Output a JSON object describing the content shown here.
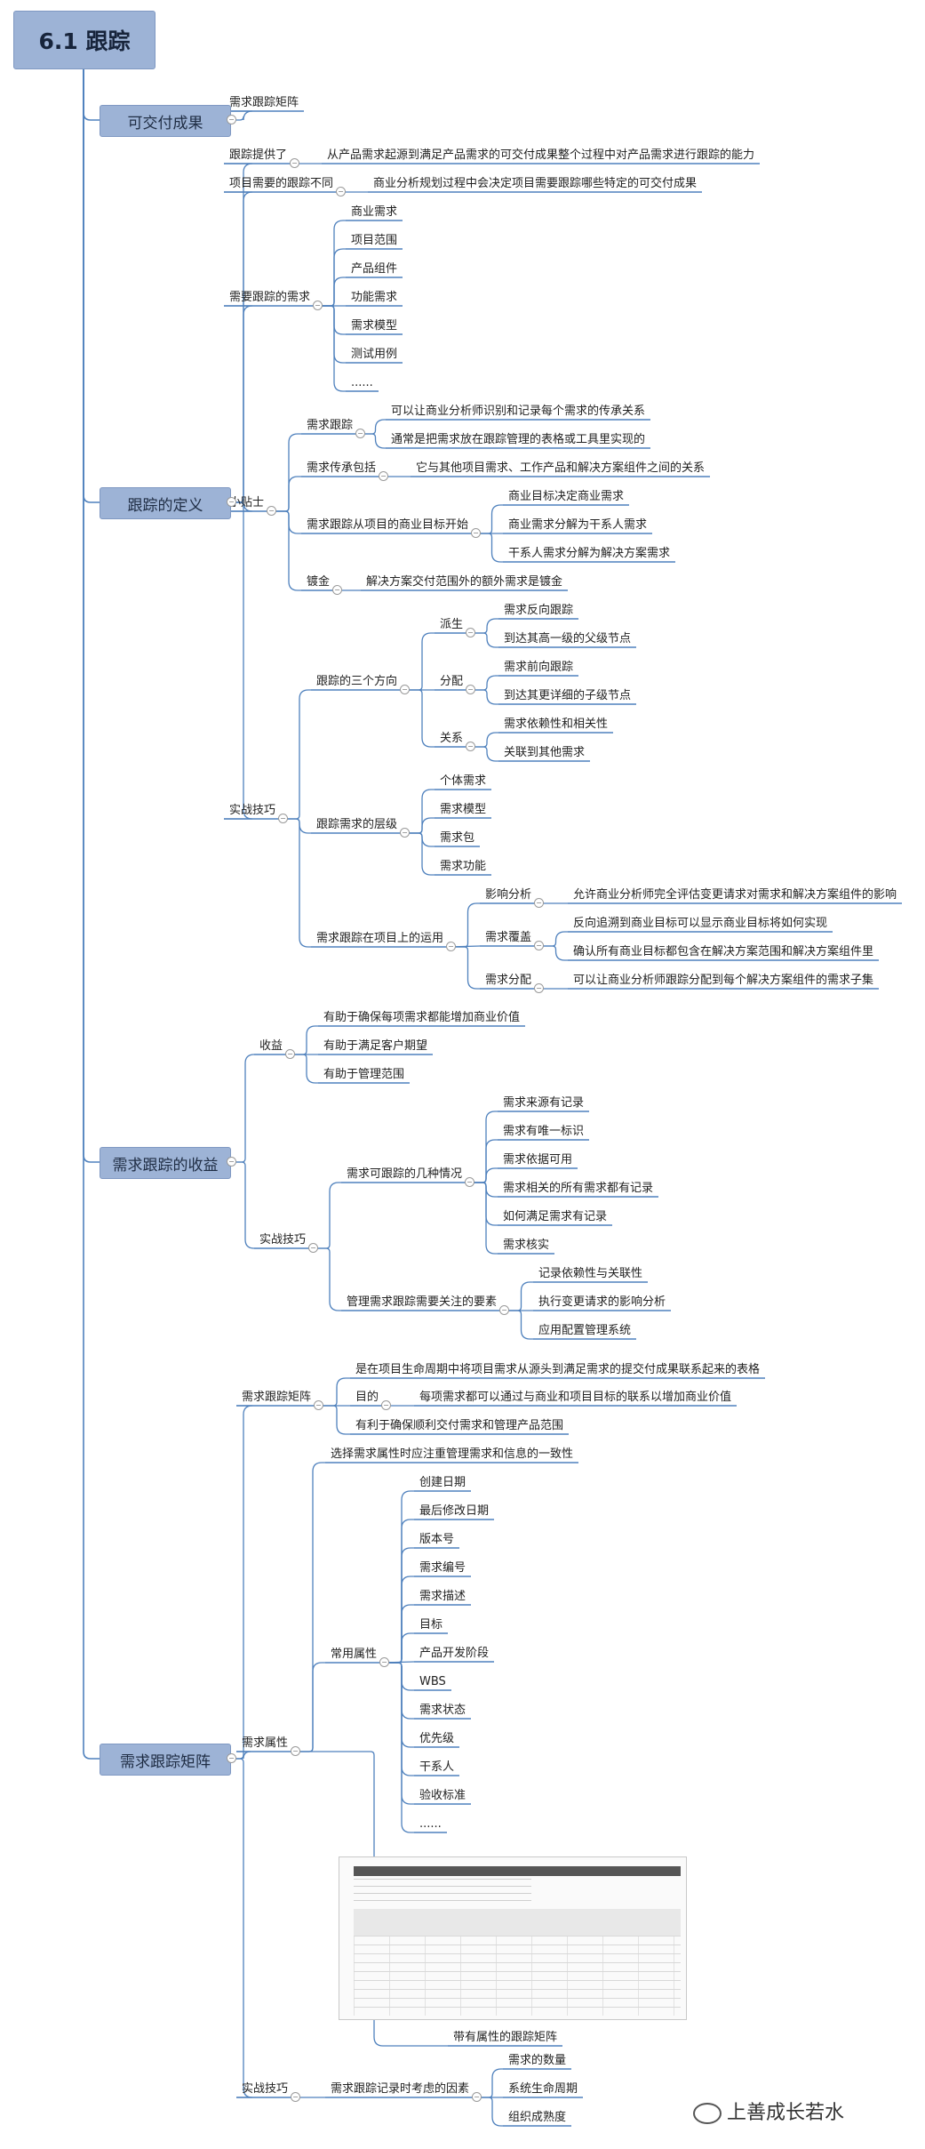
{
  "diagram": {
    "title": "6.1 跟踪",
    "branches": [
      {
        "label": "可交付成果",
        "children": [
          {
            "label": "需求跟踪矩阵"
          }
        ]
      },
      {
        "label": "跟踪的定义",
        "children": [
          {
            "label": "跟踪提供了",
            "children": [
              {
                "label": "从产品需求起源到满足产品需求的可交付成果整个过程中对产品需求进行跟踪的能力"
              }
            ]
          },
          {
            "label": "项目需要的跟踪不同",
            "children": [
              {
                "label": "商业分析规划过程中会决定项目需要跟踪哪些特定的可交付成果"
              }
            ]
          },
          {
            "label": "需要跟踪的需求",
            "children": [
              {
                "label": "商业需求"
              },
              {
                "label": "项目范围"
              },
              {
                "label": "产品组件"
              },
              {
                "label": "功能需求"
              },
              {
                "label": "需求模型"
              },
              {
                "label": "测试用例"
              },
              {
                "label": "......"
              }
            ]
          },
          {
            "label": "小贴士",
            "children": [
              {
                "label": "需求跟踪",
                "children": [
                  {
                    "label": "可以让商业分析师识别和记录每个需求的传承关系"
                  },
                  {
                    "label": "通常是把需求放在跟踪管理的表格或工具里实现的"
                  }
                ]
              },
              {
                "label": "需求传承包括",
                "children": [
                  {
                    "label": "它与其他项目需求、工作产品和解决方案组件之间的关系"
                  }
                ]
              },
              {
                "label": "需求跟踪从项目的商业目标开始",
                "children": [
                  {
                    "label": "商业目标决定商业需求"
                  },
                  {
                    "label": "商业需求分解为干系人需求"
                  },
                  {
                    "label": "干系人需求分解为解决方案需求"
                  }
                ]
              },
              {
                "label": "镀金",
                "children": [
                  {
                    "label": "解决方案交付范围外的额外需求是镀金"
                  }
                ]
              }
            ]
          },
          {
            "label": "实战技巧",
            "children": [
              {
                "label": "跟踪的三个方向",
                "children": [
                  {
                    "label": "派生",
                    "children": [
                      {
                        "label": "需求反向跟踪"
                      },
                      {
                        "label": "到达其高一级的父级节点"
                      }
                    ]
                  },
                  {
                    "label": "分配",
                    "children": [
                      {
                        "label": "需求前向跟踪"
                      },
                      {
                        "label": "到达其更详细的子级节点"
                      }
                    ]
                  },
                  {
                    "label": "关系",
                    "children": [
                      {
                        "label": "需求依赖性和相关性"
                      },
                      {
                        "label": "关联到其他需求"
                      }
                    ]
                  }
                ]
              },
              {
                "label": "跟踪需求的层级",
                "children": [
                  {
                    "label": "个体需求"
                  },
                  {
                    "label": "需求模型"
                  },
                  {
                    "label": "需求包"
                  },
                  {
                    "label": "需求功能"
                  }
                ]
              },
              {
                "label": "需求跟踪在项目上的运用",
                "children": [
                  {
                    "label": "影响分析",
                    "children": [
                      {
                        "label": "允许商业分析师完全评估变更请求对需求和解决方案组件的影响"
                      }
                    ]
                  },
                  {
                    "label": "需求覆盖",
                    "children": [
                      {
                        "label": "反向追溯到商业目标可以显示商业目标将如何实现"
                      },
                      {
                        "label": "确认所有商业目标都包含在解决方案范围和解决方案组件里"
                      }
                    ]
                  },
                  {
                    "label": "需求分配",
                    "children": [
                      {
                        "label": "可以让商业分析师跟踪分配到每个解决方案组件的需求子集"
                      }
                    ]
                  }
                ]
              }
            ]
          }
        ]
      },
      {
        "label": "需求跟踪的收益",
        "children": [
          {
            "label": "收益",
            "children": [
              {
                "label": "有助于确保每项需求都能增加商业价值"
              },
              {
                "label": "有助于满足客户期望"
              },
              {
                "label": "有助于管理范围"
              }
            ]
          },
          {
            "label": "实战技巧",
            "children": [
              {
                "label": "需求可跟踪的几种情况",
                "children": [
                  {
                    "label": "需求来源有记录"
                  },
                  {
                    "label": "需求有唯一标识"
                  },
                  {
                    "label": "需求依据可用"
                  },
                  {
                    "label": "需求相关的所有需求都有记录"
                  },
                  {
                    "label": "如何满足需求有记录"
                  },
                  {
                    "label": "需求核实"
                  }
                ]
              },
              {
                "label": "管理需求跟踪需要关注的要素",
                "children": [
                  {
                    "label": "记录依赖性与关联性"
                  },
                  {
                    "label": "执行变更请求的影响分析"
                  },
                  {
                    "label": "应用配置管理系统"
                  }
                ]
              }
            ]
          }
        ]
      },
      {
        "label": "需求跟踪矩阵",
        "children": [
          {
            "label": "需求跟踪矩阵",
            "children": [
              {
                "label": "是在项目生命周期中将项目需求从源头到满足需求的提交付成果联系起来的表格"
              },
              {
                "label": "目的",
                "children": [
                  {
                    "label": "每项需求都可以通过与商业和项目目标的联系以增加商业价值"
                  }
                ]
              },
              {
                "label": "有利于确保顺利交付需求和管理产品范围"
              }
            ]
          },
          {
            "label": "需求属性",
            "children": [
              {
                "label": "选择需求属性时应注重管理需求和信息的一致性"
              },
              {
                "label": "常用属性",
                "children": [
                  {
                    "label": "创建日期"
                  },
                  {
                    "label": "最后修改日期"
                  },
                  {
                    "label": "版本号"
                  },
                  {
                    "label": "需求编号"
                  },
                  {
                    "label": "需求描述"
                  },
                  {
                    "label": "目标"
                  },
                  {
                    "label": "产品开发阶段"
                  },
                  {
                    "label": "WBS"
                  },
                  {
                    "label": "需求状态"
                  },
                  {
                    "label": "优先级"
                  },
                  {
                    "label": "干系人"
                  },
                  {
                    "label": "验收标准"
                  },
                  {
                    "label": "......"
                  }
                ]
              },
              {
                "label": "带有属性的跟踪矩阵"
              }
            ]
          },
          {
            "label": "实战技巧",
            "children": [
              {
                "label": "需求跟踪记录时考虑的因素",
                "children": [
                  {
                    "label": "需求的数量"
                  },
                  {
                    "label": "系统生命周期"
                  },
                  {
                    "label": "组织成熟度"
                  }
                ]
              }
            ]
          }
        ]
      }
    ]
  },
  "watermark": "上善成长若水",
  "colors": {
    "box_fill": "#9db3d6",
    "box_border": "#7f98c2",
    "line": "#4f81bd",
    "text": "#222222"
  }
}
